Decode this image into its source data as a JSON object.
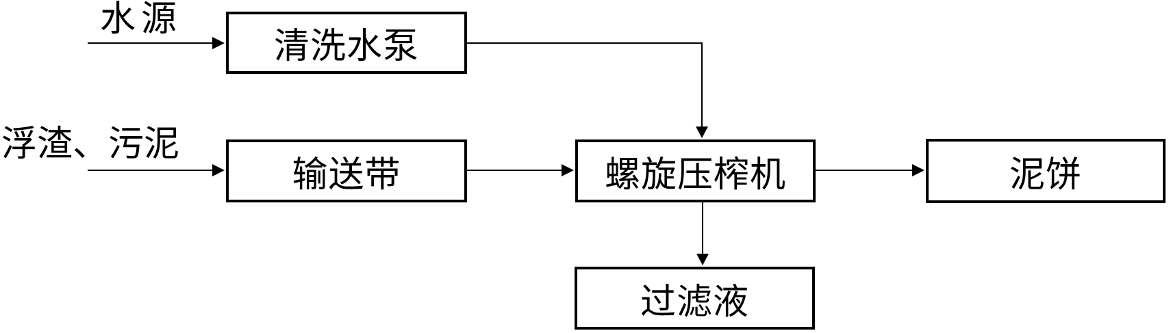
{
  "diagram": {
    "background_color": "#ffffff",
    "line_color": "#000000",
    "text_color": "#000000",
    "inputs": [
      {
        "id": "water-source",
        "text": "水源"
      },
      {
        "id": "scum-sludge",
        "text": "浮渣、污泥"
      }
    ],
    "nodes": [
      {
        "id": "cleaning-water-pump",
        "label": "清洗水泵"
      },
      {
        "id": "conveyor-belt",
        "label": "输送带"
      },
      {
        "id": "screw-press",
        "label": "螺旋压榨机"
      },
      {
        "id": "mud-cake",
        "label": "泥饼"
      },
      {
        "id": "filtrate",
        "label": "过滤液"
      }
    ],
    "edges": [
      {
        "from": "water-source",
        "to": "cleaning-water-pump"
      },
      {
        "from": "cleaning-water-pump",
        "to": "screw-press"
      },
      {
        "from": "scum-sludge",
        "to": "conveyor-belt"
      },
      {
        "from": "conveyor-belt",
        "to": "screw-press"
      },
      {
        "from": "screw-press",
        "to": "mud-cake"
      },
      {
        "from": "screw-press",
        "to": "filtrate"
      }
    ]
  }
}
